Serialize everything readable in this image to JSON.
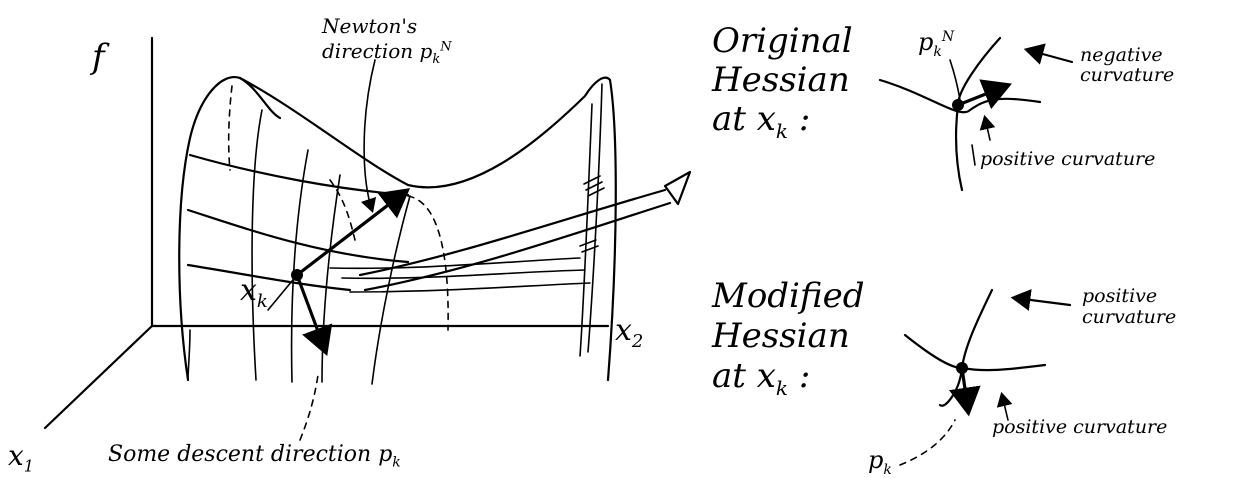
{
  "left_panel": {
    "f_label": "f",
    "x1_label": "x",
    "x1_sub": "1",
    "x2_label": "x",
    "x2_sub": "2",
    "xk_label": "x",
    "xk_sub": "k",
    "newton_label_line1": "Newton's",
    "newton_label_line2": "direction p",
    "newton_sup": "N",
    "newton_sub": "k",
    "descent_label": "Some descent direction p",
    "descent_sub": "k"
  },
  "original": {
    "line1": "Original",
    "line2": "Hessian",
    "line3": "at x",
    "line3_sub": "k",
    "line3_colon": ":",
    "p_label": "p",
    "p_sup": "N",
    "p_sub": "k",
    "neg_line1": "negative",
    "neg_line2": "curvature",
    "pos_label": "positive curvature"
  },
  "modified": {
    "line1": "Modified",
    "line2": "Hessian",
    "line3": "at x",
    "line3_sub": "k",
    "line3_colon": ":",
    "pos_top_line1": "positive",
    "pos_top_line2": "curvature",
    "pos_bottom": "positive curvature",
    "p_label": "p",
    "p_sub": "k"
  }
}
